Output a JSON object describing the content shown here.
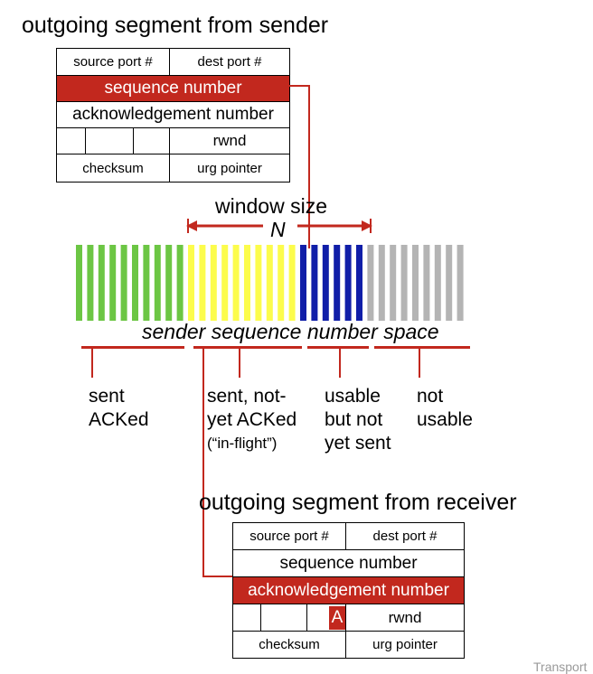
{
  "sender_segment": {
    "title": "outgoing segment from sender",
    "source_port": "source port #",
    "dest_port": "dest port #",
    "sequence_number": "sequence number",
    "ack_number": "acknowledgement number",
    "rwnd": "rwnd",
    "checksum": "checksum",
    "urg_pointer": "urg pointer"
  },
  "window": {
    "label": "window size",
    "n": "N",
    "space_label": "sender sequence number space",
    "groups": [
      {
        "name": "sent-acked",
        "color": "#6cc644",
        "bars": 10
      },
      {
        "name": "in-flight",
        "color": "#fcfc4c",
        "bars": 10
      },
      {
        "name": "usable",
        "color": "#101ea8",
        "bars": 6
      },
      {
        "name": "not-usable",
        "color": "#b4b4b4",
        "bars": 9
      }
    ]
  },
  "categories": {
    "sent_acked": [
      "sent",
      "ACKed"
    ],
    "in_flight": [
      "sent, not-",
      "yet ACKed",
      "(“in-flight”)"
    ],
    "usable": [
      "usable",
      "but not",
      "yet sent"
    ],
    "not_usable": [
      "not",
      "usable"
    ]
  },
  "receiver_segment": {
    "title": "outgoing segment from receiver",
    "source_port": "source port #",
    "dest_port": "dest port #",
    "sequence_number": "sequence number",
    "ack_number": "acknowledgement number",
    "a_flag": "A",
    "rwnd": "rwnd",
    "checksum": "checksum",
    "urg_pointer": "urg pointer"
  },
  "footer": {
    "text": "Transport"
  },
  "colors": {
    "accent": "#c2281e"
  }
}
